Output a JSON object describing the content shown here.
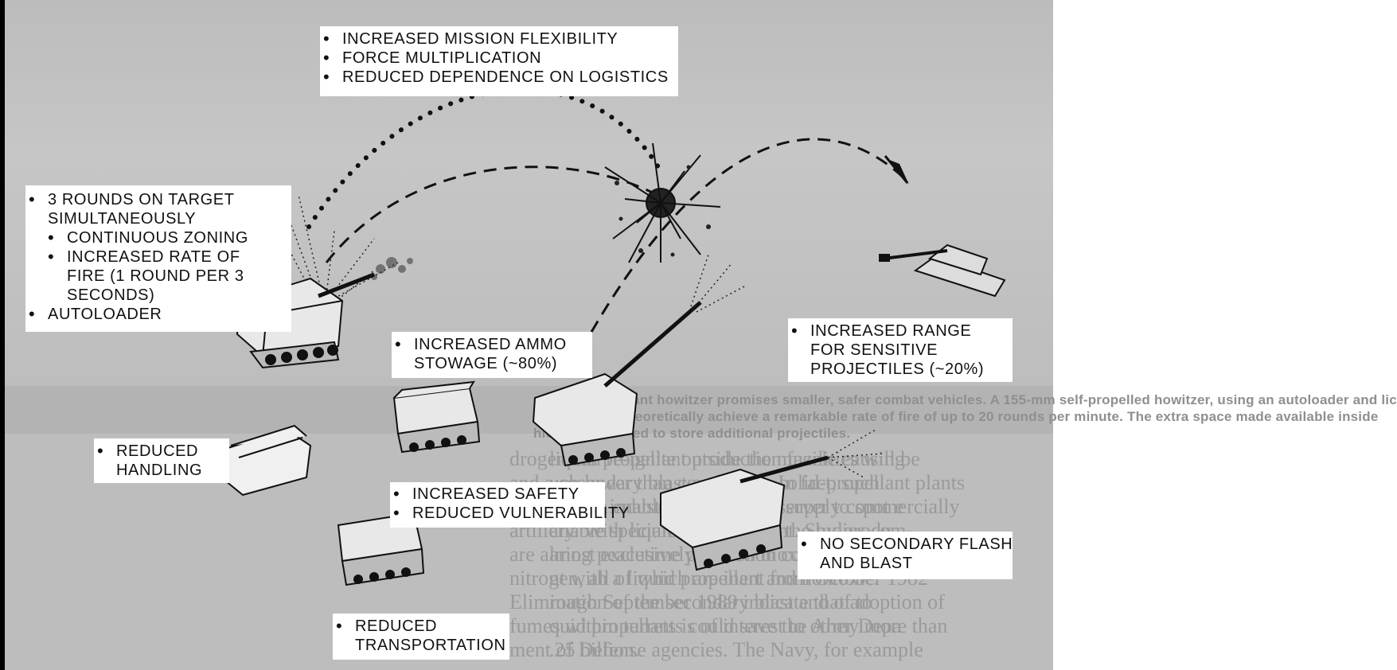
{
  "caption_lines": [
    "e liquid propellant howitzer promises smaller, safer combat vehicles. A 155-mm self-propelled howitzer, using an autoloader and lic",
    "opellant, can theoretically achieve a remarkable rate of fire of up to 20 rounds per minute. The extra space made available inside",
    "hicle can be used to store additional projectiles."
  ],
  "article_left_lines": [
    "drogen can re-ignite outside the muzzle causing",
    "and a secondary blast and flash. In fact, such",
    "ignition can enable an enemy observer to spot e",
    "artillery. With liquid propellants, the by-produ",
    "are almost exclusively carbon dioxide, water, a",
    "nitrogen, all of which are inert and nontoxic.",
    "Elimination of the secondary blast and of to",
    "fumes within turrets is of interest to other Depa",
    "ment of Defense agencies. The Navy, for example"
  ],
  "article_right_lines": [
    "liquid propellant production facilities will be",
    "uch lower than comparable solid-propellant plants",
    "ecause industry will have to supply commercially",
    "ailable specialized equipment. Studies com-",
    "aring peacetime production costs of a solid propel-",
    "nt with a liquid propellant from October 1982",
    "rough September 1989 indicate that adoption of",
    "quid propellants could save the Army more than",
    ".25 billion."
  ],
  "labels": {
    "mission": [
      "INCREASED MISSION FLEXIBILITY",
      "FORCE MULTIPLICATION",
      "REDUCED DEPENDENCE ON LOGISTICS"
    ],
    "rounds": {
      "line1": "3 ROUNDS ON TARGET",
      "line2": "SIMULTANEOUSLY",
      "zoning": "CONTINUOUS ZONING",
      "rate1": "INCREASED RATE OF",
      "rate2": "FIRE (1 ROUND PER 3",
      "rate3": "SECONDS)",
      "autoloader": "AUTOLOADER"
    },
    "ammo": {
      "line1": "INCREASED AMMO",
      "line2": "STOWAGE (~80%)"
    },
    "range": {
      "line1": "INCREASED RANGE",
      "line2": "FOR SENSITIVE",
      "line3": "PROJECTILES (~20%)"
    },
    "handling": {
      "line1": "REDUCED",
      "line2": "HANDLING"
    },
    "safety": {
      "line1": "INCREASED SAFETY",
      "line2": "REDUCED VULNERABILITY"
    },
    "flash": {
      "line1": "NO SECONDARY FLASH",
      "line2": "AND BLAST"
    },
    "transport": {
      "line1": "REDUCED",
      "line2": "TRANSPORTATION"
    }
  }
}
